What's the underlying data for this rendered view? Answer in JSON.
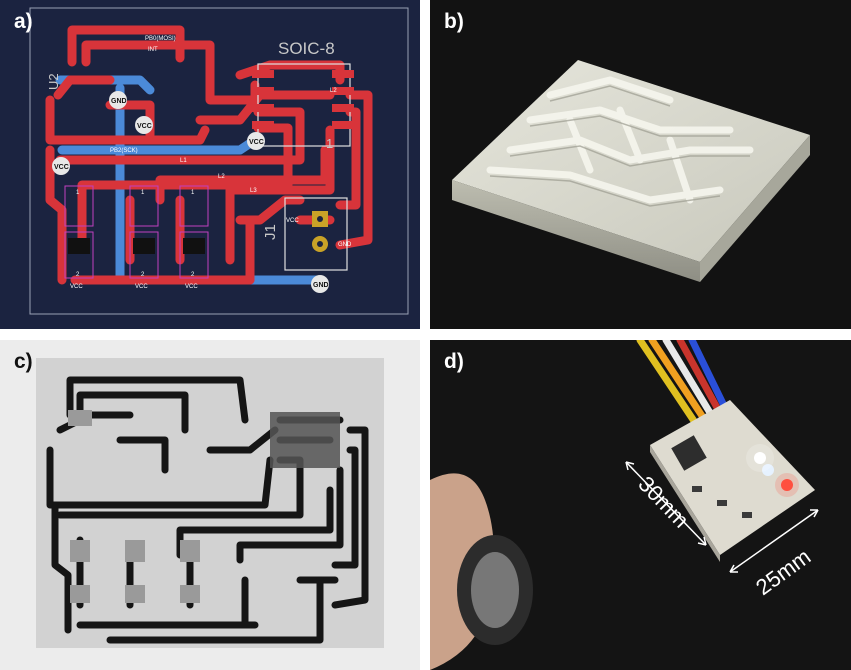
{
  "panels": {
    "a": {
      "label": "a)",
      "silkscreen": {
        "chip": "SOIC-8",
        "connector": "J1",
        "u2": "U2",
        "pin1": "1",
        "net_mosi": "PB0(MOSI)",
        "net_sck": "PB2(SCK)",
        "net_int": "INT",
        "power": "VCC",
        "ground": "GND",
        "l1": "L1",
        "l2": "L2",
        "l3": "L3",
        "pad1": "1",
        "pad2": "2"
      }
    },
    "b": {
      "label": "b)"
    },
    "c": {
      "label": "c)"
    },
    "d": {
      "label": "d)",
      "dimension_length": "30mm",
      "dimension_width": "25mm"
    }
  },
  "colors": {
    "pcb_background": "#1b2340",
    "front_copper": "#d8343a",
    "back_copper": "#4b8ad8",
    "pad": "#c9a227",
    "xray_trace": "#151515"
  }
}
